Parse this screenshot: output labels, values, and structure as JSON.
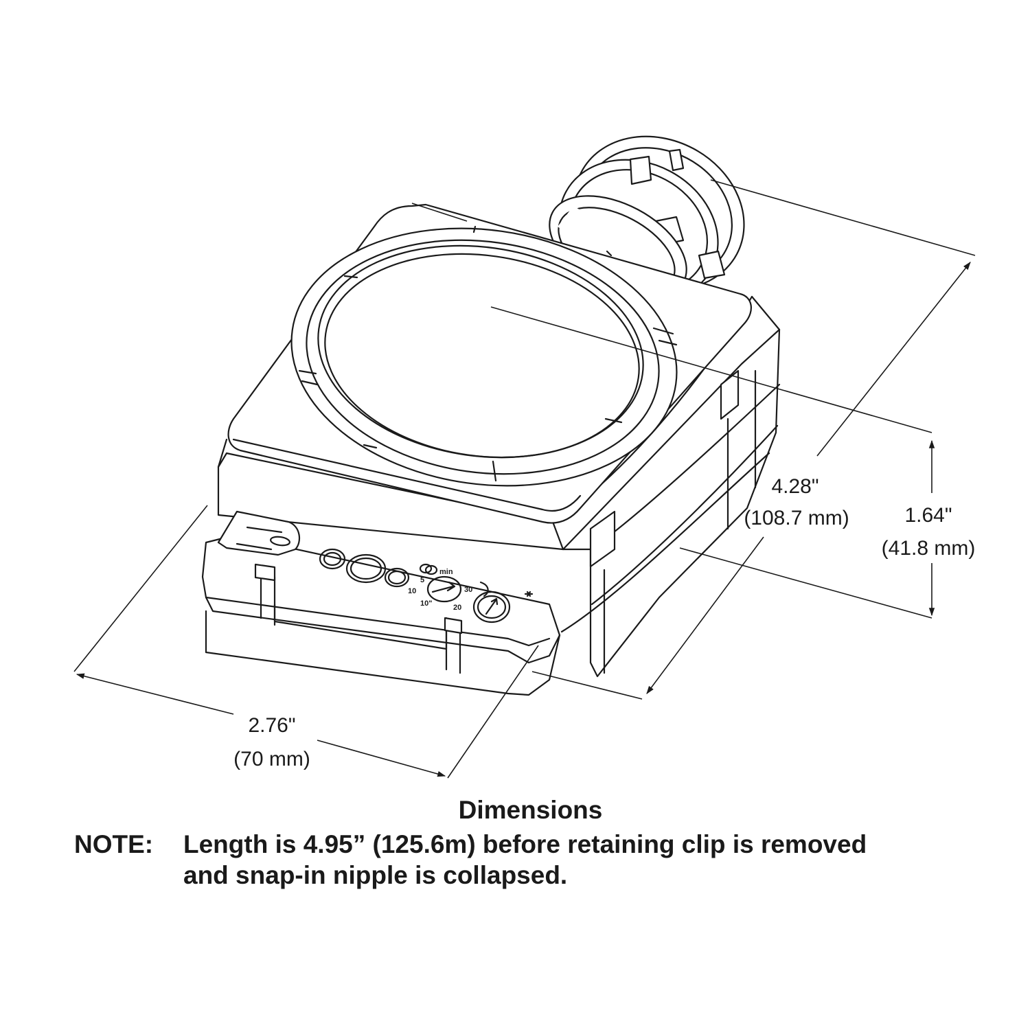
{
  "dimensions": {
    "width": {
      "inches": "2.76\"",
      "mm": "(70 mm)"
    },
    "length": {
      "inches": "4.28\"",
      "mm": "(108.7 mm)"
    },
    "height": {
      "inches": "1.64\"",
      "mm": "(41.8 mm)"
    }
  },
  "caption": {
    "title": "Dimensions",
    "note_label": "NOTE:",
    "note_line1": "Length is 4.95” (125.6m) before retaining clip is removed",
    "note_line2": "and snap-in nipple is collapsed."
  },
  "dial_labels": {
    "top": "min",
    "left": "10",
    "right": "30",
    "bottom_left": "10\"",
    "bottom_right": "20",
    "small_left": "5"
  },
  "colors": {
    "ink": "#1a1a1a",
    "background": "#ffffff"
  }
}
